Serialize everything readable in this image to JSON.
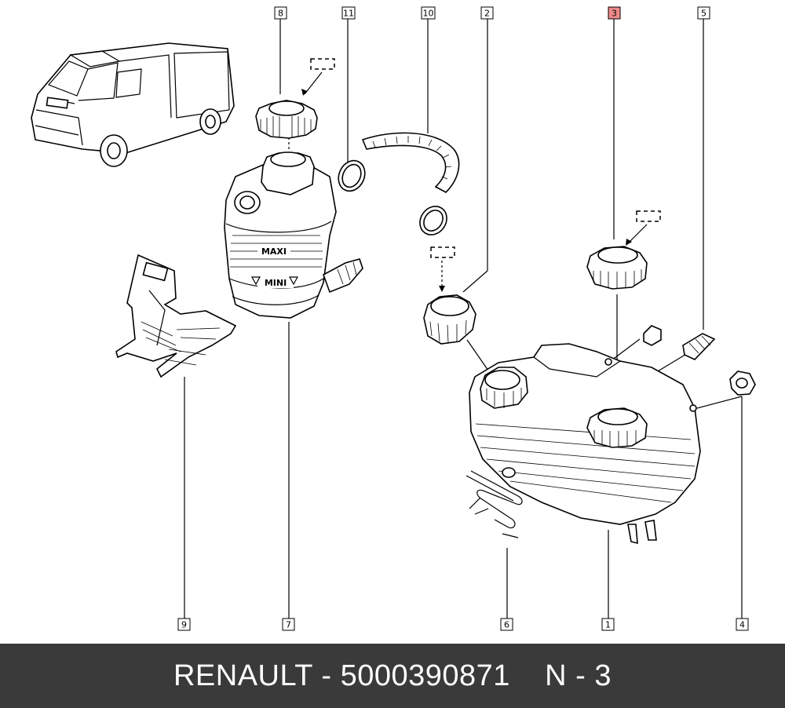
{
  "callouts": [
    {
      "id": "c8",
      "number": "8",
      "highlighted": false
    },
    {
      "id": "c11",
      "number": "11",
      "highlighted": false
    },
    {
      "id": "c10",
      "number": "10",
      "highlighted": false
    },
    {
      "id": "c2",
      "number": "2",
      "highlighted": false
    },
    {
      "id": "c3",
      "number": "3",
      "highlighted": true
    },
    {
      "id": "c5",
      "number": "5",
      "highlighted": false
    },
    {
      "id": "c9",
      "number": "9",
      "highlighted": false
    },
    {
      "id": "c7",
      "number": "7",
      "highlighted": false
    },
    {
      "id": "c6",
      "number": "6",
      "highlighted": false
    },
    {
      "id": "c1",
      "number": "1",
      "highlighted": false
    },
    {
      "id": "c4",
      "number": "4",
      "highlighted": false
    }
  ],
  "reservoir_labels": {
    "maxi": "MAXI",
    "mini": "MINI"
  },
  "footer": {
    "text": "RENAULT - 5000390871    N - 3"
  },
  "colors": {
    "highlight": "#f08a8a",
    "footer_bg": "#3a3a3a",
    "footer_text": "#ffffff"
  }
}
